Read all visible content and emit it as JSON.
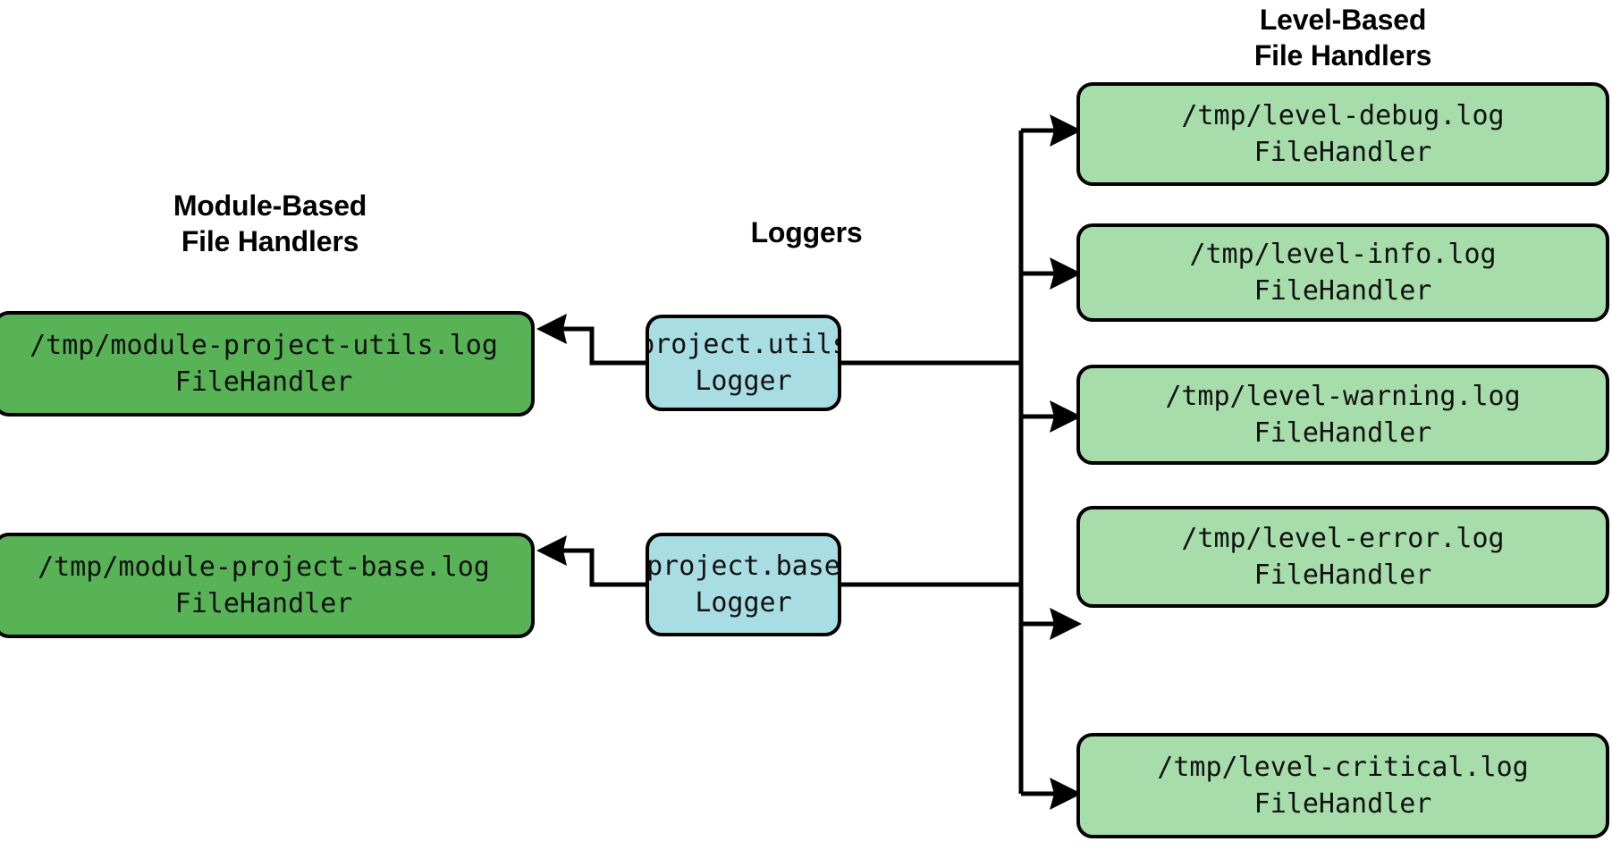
{
  "diagram": {
    "title_module": "Module-Based\nFile Handlers",
    "title_loggers": "Loggers",
    "title_level": "Level-Based\nFile Handlers",
    "colors": {
      "module_handler_fill": "#58b256",
      "logger_fill": "#a9dde4",
      "level_handler_fill": "#a7ddab",
      "border": "#000000",
      "background": "#ffffff",
      "text": "#111111"
    }
  },
  "module_handlers": [
    {
      "path": "/tmp/module-project-utils.log",
      "type": "FileHandler"
    },
    {
      "path": "/tmp/module-project-base.log",
      "type": "FileHandler"
    }
  ],
  "loggers": [
    {
      "name": "'project.utils'",
      "type": "Logger"
    },
    {
      "name": "'project.base'",
      "type": "Logger"
    }
  ],
  "level_handlers": [
    {
      "path": "/tmp/level-debug.log",
      "type": "FileHandler"
    },
    {
      "path": "/tmp/level-info.log",
      "type": "FileHandler"
    },
    {
      "path": "/tmp/level-warning.log",
      "type": "FileHandler"
    },
    {
      "path": "/tmp/level-error.log",
      "type": "FileHandler"
    },
    {
      "path": "/tmp/level-critical.log",
      "type": "FileHandler"
    }
  ]
}
